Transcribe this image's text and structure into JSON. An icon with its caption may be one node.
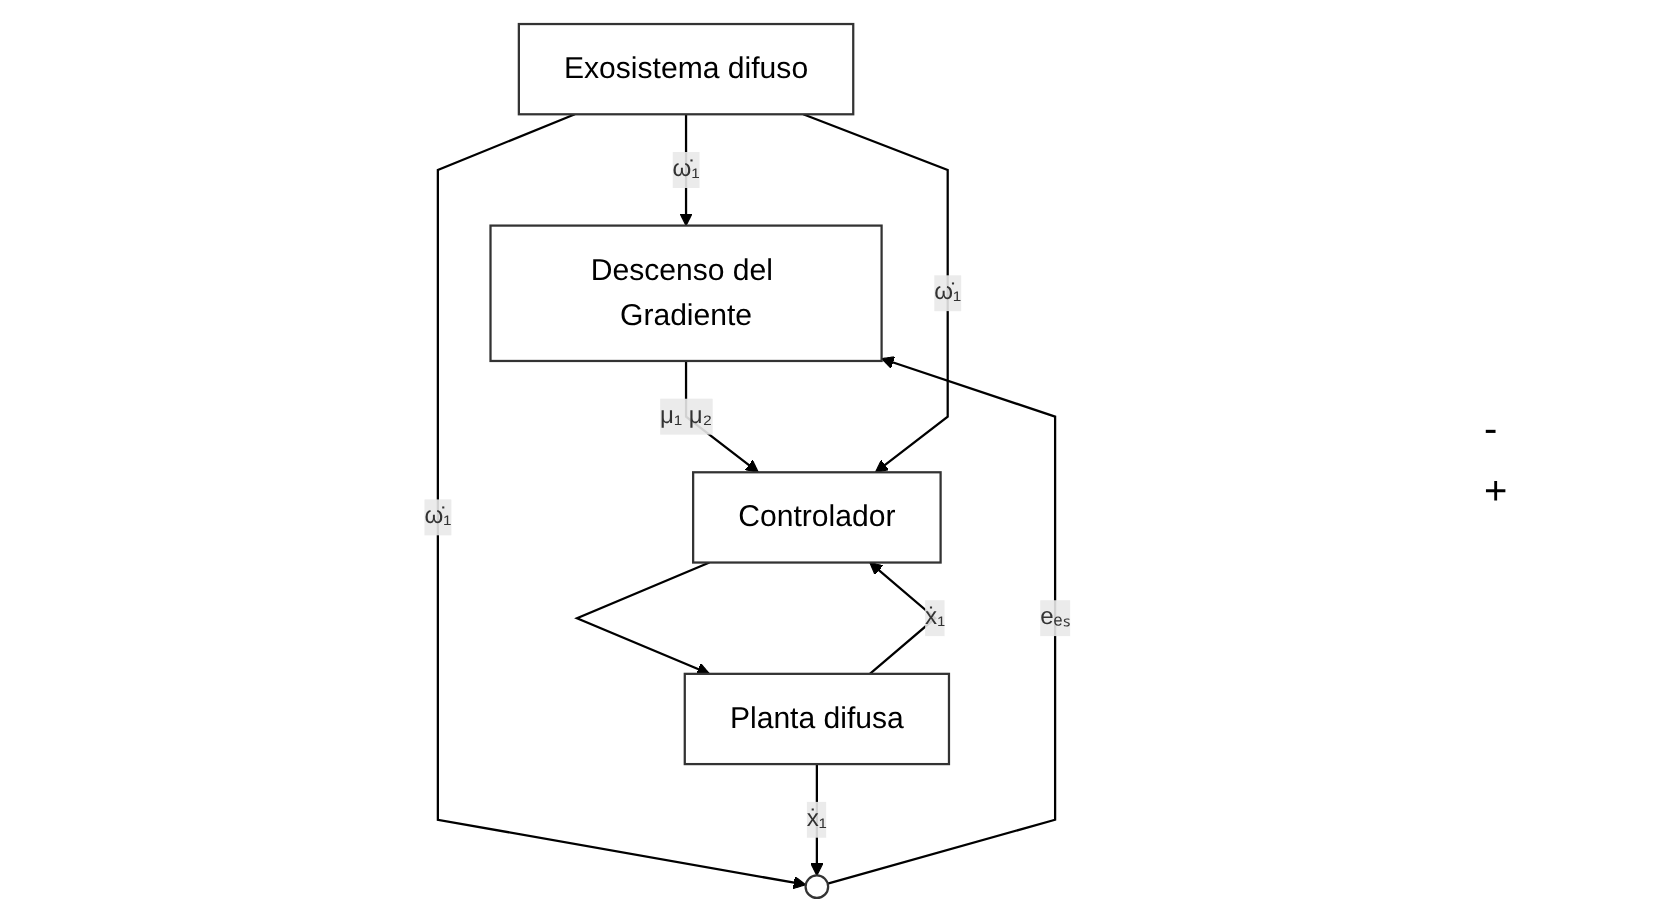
{
  "diagram": {
    "nodes": [
      {
        "text": [
          "Descenso del Gradiente"
        ]
      },
      {
        "text": [
          "Exosistema difuso"
        ]
      },
      {
        "text": [],
        "shape": "circle"
      },
      {
        "text": [
          "Controlador"
        ]
      },
      {
        "text": [
          "Planta difusa"
        ]
      }
    ],
    "edges": [
      {
        "from": 0,
        "to": 3,
        "arrow": "to",
        "label": "μ₁ μ₂"
      },
      {
        "from": 2,
        "to": 0,
        "arrow": "to",
        "label": "eₑₛ"
      },
      {
        "from": 1,
        "to": 0,
        "arrow": "to",
        "label": "ω̇₁"
      },
      {
        "from": 1,
        "to": 2,
        "arrow": "to",
        "label": "ω̇₁"
      },
      {
        "from": 1,
        "to": 3,
        "arrow": "to",
        "label": "ω̇₁"
      },
      {
        "from": 3,
        "to": 4,
        "arrow": "to"
      },
      {
        "from": 4,
        "to": 2,
        "arrow": "to",
        "label": "ẋ₁"
      },
      {
        "from": 4,
        "to": 3,
        "arrow": "to",
        "label": "ẋ₁"
      }
    ],
    "labels": [
      "-",
      "+"
    ]
  }
}
